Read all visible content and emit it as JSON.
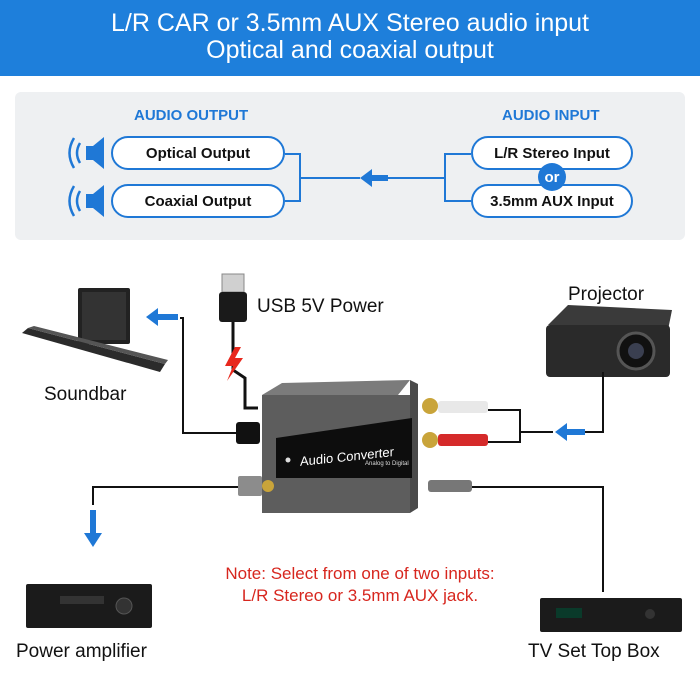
{
  "header": {
    "line1": "L/R CAR or 3.5mm AUX Stereo audio input",
    "line2": "Optical and coaxial output"
  },
  "diagram": {
    "output_title": "AUDIO OUTPUT",
    "input_title": "AUDIO INPUT",
    "outputs": [
      "Optical Output",
      "Coaxial Output"
    ],
    "inputs": [
      "L/R Stereo Input",
      "3.5mm AUX Input"
    ],
    "or_label": "or"
  },
  "device": {
    "name": "Audio Converter",
    "subtitle": "Analog to Digital"
  },
  "labels": {
    "usb": "USB 5V Power",
    "projector": "Projector",
    "soundbar": "Soundbar",
    "power_amplifier": "Power amplifier",
    "tv_box": "TV Set Top Box"
  },
  "note": {
    "line1": "Note: Select from one of two inputs:",
    "line2": "L/R Stereo or 3.5mm AUX jack."
  },
  "colors": {
    "accent": "#1e7fdb",
    "note": "#d7261e"
  }
}
